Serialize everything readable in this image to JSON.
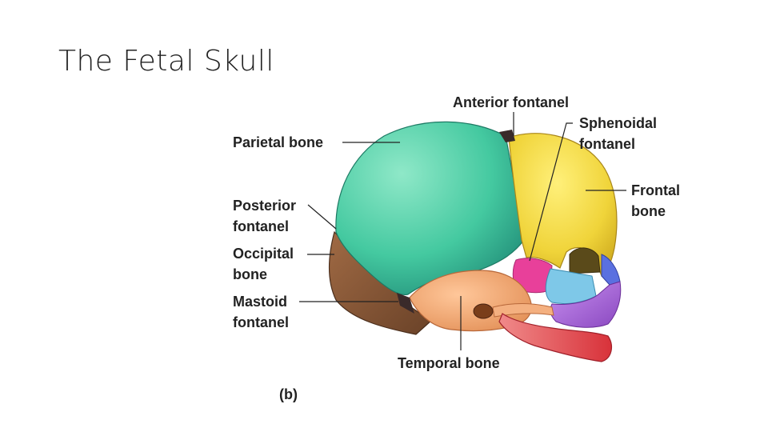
{
  "slide": {
    "title": "The Fetal Skull"
  },
  "figure": {
    "panel_label": "(b)",
    "labels": {
      "anterior_fontanel": [
        "Anterior fontanel"
      ],
      "sphenoidal_fontanel": [
        "Sphenoidal",
        "fontanel"
      ],
      "parietal_bone": [
        "Parietal bone"
      ],
      "frontal_bone": [
        "Frontal",
        "bone"
      ],
      "posterior_fontanel": [
        "Posterior",
        "fontanel"
      ],
      "occipital_bone": [
        "Occipital",
        "bone"
      ],
      "mastoid_fontanel": [
        "Mastoid",
        "fontanel"
      ],
      "temporal_bone": [
        "Temporal bone"
      ]
    },
    "colors": {
      "parietal": "#44c9a0",
      "frontal": "#f0d43a",
      "occipital": "#8a5a3a",
      "temporal": "#f2a06a",
      "sphenoid": "#e8409a",
      "zygomatic": "#7ec8e8",
      "maxilla": "#b06ad8",
      "mandible": "#e8505a",
      "nasal": "#5a70e0"
    }
  }
}
